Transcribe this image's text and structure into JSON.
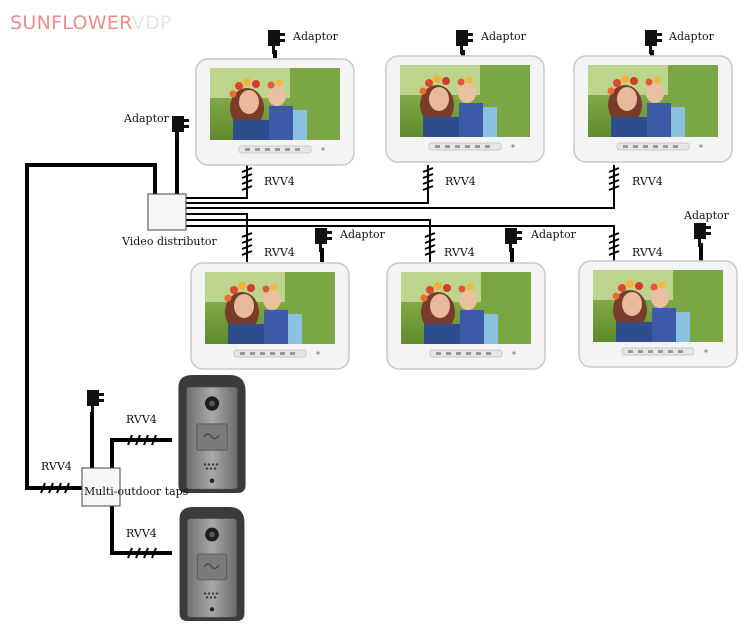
{
  "brand": {
    "part1": "SUNFLOWER",
    "part2": "VDP"
  },
  "labels": {
    "adaptor": "Adaptor",
    "rvv4": "RVV4",
    "video_distributor": "Video distributor",
    "multi_outdoor_taps": "Multi-outdoor taps"
  },
  "colors": {
    "brand_main": "#f08c8c",
    "brand_faint": "#e6e6e6",
    "monitor_body": "#f3f3f3",
    "door_panel": "#8a8a8a",
    "wire": "#000000"
  },
  "counts": {
    "monitors": 6,
    "door_stations": 2
  }
}
